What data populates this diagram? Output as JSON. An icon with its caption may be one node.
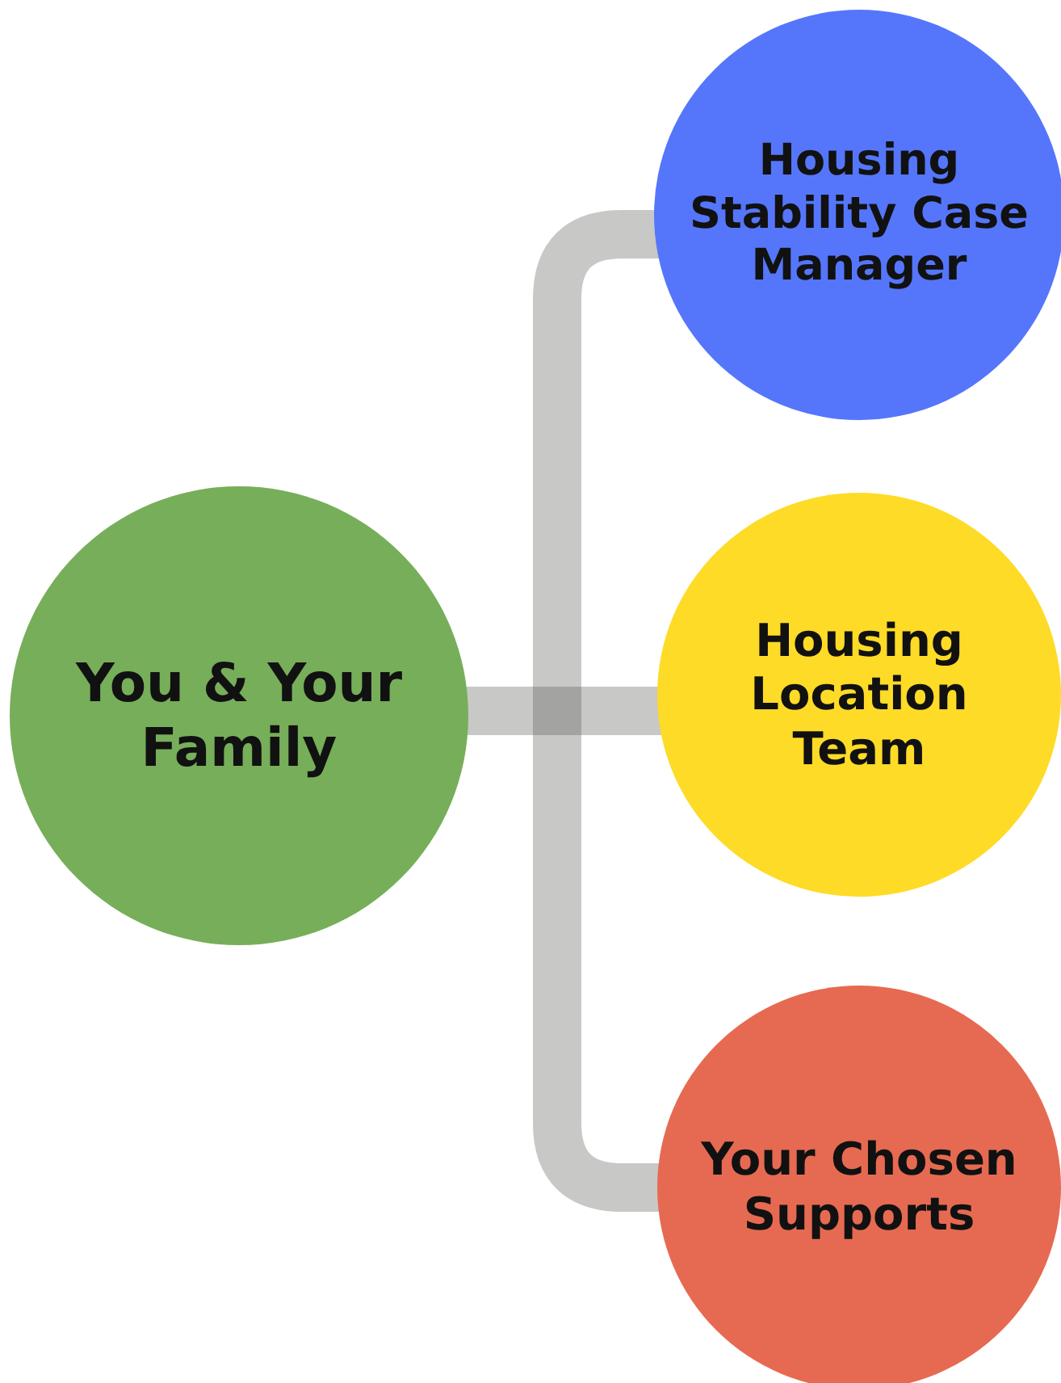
{
  "diagram": {
    "nodes": [
      {
        "text": [
          "You & Your Family"
        ]
      },
      {
        "text": [
          "Housing Stability Case Manager"
        ]
      },
      {
        "text": [
          "Housing Location Team"
        ]
      },
      {
        "text": [
          "Your Chosen Supports"
        ]
      }
    ],
    "edges": [
      {
        "from": 0,
        "to": 1,
        "arrow": "none"
      },
      {
        "from": 0,
        "to": 2,
        "arrow": "none"
      },
      {
        "from": 0,
        "to": 3,
        "arrow": "none"
      }
    ]
  }
}
